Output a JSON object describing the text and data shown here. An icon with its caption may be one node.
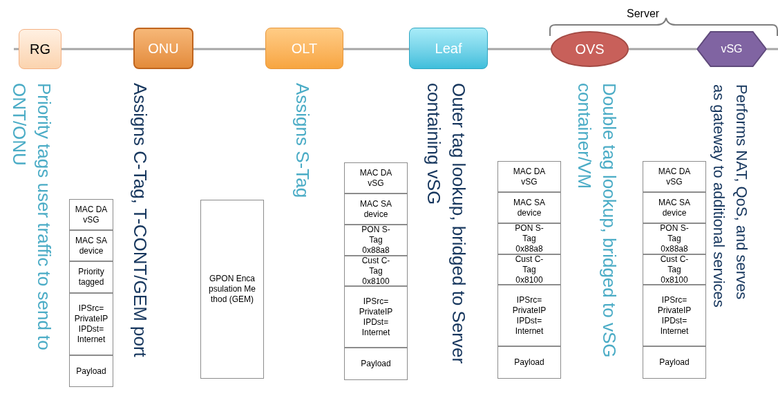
{
  "diagram": {
    "nodes": [
      {
        "text": [
          "RG"
        ]
      },
      {
        "text": [
          "ONU"
        ]
      },
      {
        "text": [
          "OLT"
        ]
      },
      {
        "text": [
          "Leaf"
        ]
      },
      {
        "text": [
          "OVS"
        ]
      },
      {
        "text": [
          "vSG"
        ]
      },
      {
        "text": [
          "MAC DA vSG"
        ]
      },
      {
        "text": [
          "MAC SA device"
        ]
      },
      {
        "text": [
          "Priority tagged"
        ]
      },
      {
        "text": [
          "IPSrc= PrivateIP IPDst= Internet"
        ]
      },
      {
        "text": [
          "Payload"
        ]
      },
      {
        "text": [
          "GPON Encapsulation Method (GEM)"
        ]
      },
      {
        "text": [
          "MAC DA vSG"
        ]
      },
      {
        "text": [
          "MAC SA device"
        ]
      },
      {
        "text": [
          "PON S-Tag 0x88a8"
        ]
      },
      {
        "text": [
          "Cust C-Tag 0x8100"
        ]
      },
      {
        "text": [
          "IPSrc= PrivateIP IPDst= Internet"
        ]
      },
      {
        "text": [
          "Payload"
        ]
      },
      {
        "text": [
          "MAC DA vSG"
        ]
      },
      {
        "text": [
          "MAC SA device"
        ]
      },
      {
        "text": [
          "PON S-Tag 0x88a8"
        ]
      },
      {
        "text": [
          "Cust C-Tag 0x8100"
        ]
      },
      {
        "text": [
          "IPSrc= PrivateIP IPDst= Internet"
        ]
      },
      {
        "text": [
          "Payload"
        ]
      },
      {
        "text": [
          "MAC DA vSG"
        ]
      },
      {
        "text": [
          "MAC SA device"
        ]
      },
      {
        "text": [
          "PON S-Tag 0x88a8"
        ]
      },
      {
        "text": [
          "Cust C-Tag 0x8100"
        ]
      },
      {
        "text": [
          "IPSrc= PrivateIP IPDst= Internet"
        ]
      },
      {
        "text": [
          "Payload"
        ]
      }
    ],
    "edges": [
      {
        "from": 0,
        "to": 1,
        "arrow": "none"
      },
      {
        "from": 1,
        "to": 2,
        "arrow": "none"
      },
      {
        "from": 2,
        "to": 3,
        "arrow": "none"
      },
      {
        "from": 3,
        "to": 4,
        "arrow": "none"
      },
      {
        "from": 4,
        "to": 5,
        "arrow": "none"
      }
    ],
    "labels": [
      "Server",
      "Priority tags user traffic to send to ONT/ONU",
      "Assigns C-Tag, T-CONT/GEM port",
      "Assigns S-Tag",
      "Outer tag lookup, bridged to Server containing vSG",
      "Double tag lookup, bridged to vSG container/VM",
      "Performs NAT, QoS, and serves as gateway to additional services"
    ]
  }
}
